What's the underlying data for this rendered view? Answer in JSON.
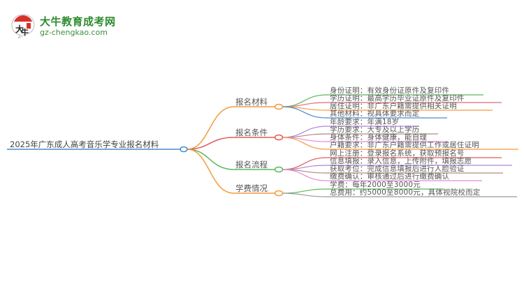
{
  "logo": {
    "title": "大牛教育成考网",
    "url": "gz-chengkao.com",
    "badge_text": "大牛",
    "brand_color": "#2e8b2e"
  },
  "root": {
    "label": "2025年广东成人高考音乐学专业报名材料",
    "color": "#4a8ac9"
  },
  "branches": [
    {
      "label": "报名材料",
      "color": "#f59a3c",
      "leaves": [
        {
          "text": "身份证明：有效身份证原件及复印件",
          "color": "#5cb85c"
        },
        {
          "text": "学历证明：最高学历毕业证原件及复印件",
          "color": "#e06c75"
        },
        {
          "text": "居住证明：非广东户籍需提供相关证明",
          "color": "#f59a3c"
        },
        {
          "text": "其他材料：视具体要求而定",
          "color": "#4a8ac9"
        }
      ]
    },
    {
      "label": "报名条件",
      "color": "#e05a5a",
      "leaves": [
        {
          "text": "年龄要求：年满18岁",
          "color": "#b084d9"
        },
        {
          "text": "学历要求：大专及以上学历",
          "color": "#b08a7a"
        },
        {
          "text": "身体条件：身体健康，能自理",
          "color": "#e58ad6"
        },
        {
          "text": "户籍要求：非广东户籍需提供工作或居住证明",
          "color": "#f59a3c"
        }
      ]
    },
    {
      "label": "报名流程",
      "color": "#5cb85c",
      "leaves": [
        {
          "text": "网上注册：登录报名系统，获取预报名号",
          "color": "#e05a5a"
        },
        {
          "text": "信息填报：录入信息，上传附件，填报志愿",
          "color": "#b084d9"
        },
        {
          "text": "获取考位：完成信息填报后进行人脸验证",
          "color": "#b08a7a"
        },
        {
          "text": "缴费确认：审核通过后进行缴费确认",
          "color": "#e58ad6"
        }
      ]
    },
    {
      "label": "学费情况",
      "color": "#f59a3c",
      "leaves": [
        {
          "text": "学费：每年2000至3000元",
          "color": "#5cb85c"
        },
        {
          "text": "总费用：约5000至8000元，具体视院校而定",
          "color": "#999999"
        }
      ]
    }
  ]
}
